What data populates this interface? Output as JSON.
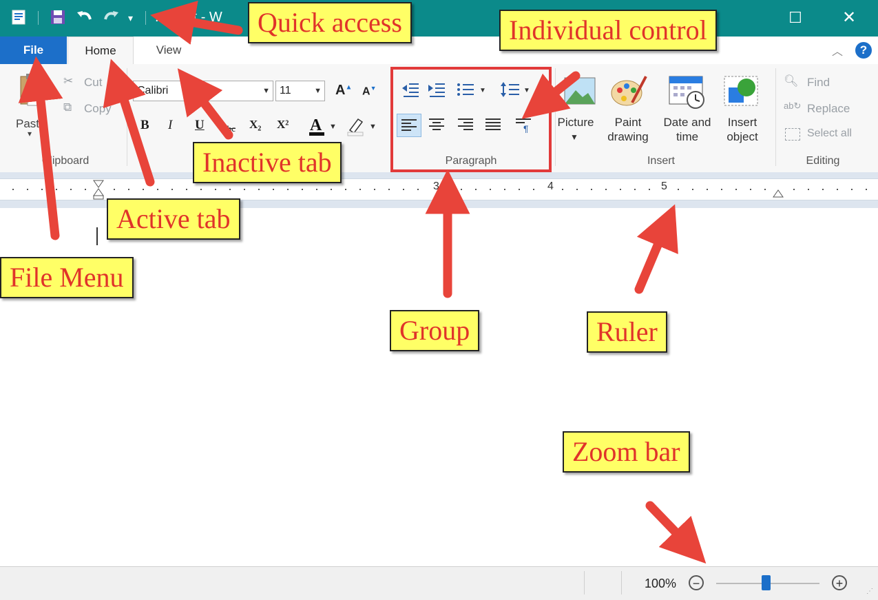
{
  "window": {
    "title_partial": "...ment - W",
    "quick_access_icons": [
      "app-icon",
      "save-icon",
      "undo-icon",
      "redo-icon",
      "customize-dropdown-icon"
    ],
    "controls": {
      "maximize": "☐",
      "close": "✕"
    }
  },
  "tabs": {
    "file": "File",
    "home": "Home",
    "view": "View"
  },
  "ribbon": {
    "clipboard": {
      "paste": "Paste",
      "cut": "Cut",
      "copy": "Copy",
      "label": "Clipboard"
    },
    "font": {
      "family": "Calibri",
      "size": "11",
      "buttons": [
        "B",
        "I",
        "U",
        "abc",
        "X₂",
        "X²"
      ]
    },
    "paragraph": {
      "label": "Paragraph"
    },
    "insert": {
      "picture": "Picture",
      "paint_drawing_1": "Paint",
      "paint_drawing_2": "drawing",
      "date_time_1": "Date and",
      "date_time_2": "time",
      "insert_object_1": "Insert",
      "insert_object_2": "object",
      "label": "Insert"
    },
    "editing": {
      "find": "Find",
      "replace": "Replace",
      "select_all": "Select all",
      "label": "Editing"
    }
  },
  "ruler": {
    "numbers": [
      "3",
      "4",
      "5"
    ]
  },
  "status": {
    "zoom": "100%",
    "zoom_fraction": 0.48
  },
  "annotations": {
    "quick_access": "Quick access",
    "individual_control": "Individual control",
    "inactive_tab": "Inactive tab",
    "active_tab": "Active tab",
    "file_menu": "File Menu",
    "group": "Group",
    "ruler": "Ruler",
    "zoom_bar": "Zoom bar"
  },
  "colors": {
    "title_bar": "#0b8a8a",
    "file_tab": "#1c6fc9",
    "callout_fill": "#ffff66",
    "callout_text": "#e0332a",
    "arrow": "#e8443a"
  }
}
